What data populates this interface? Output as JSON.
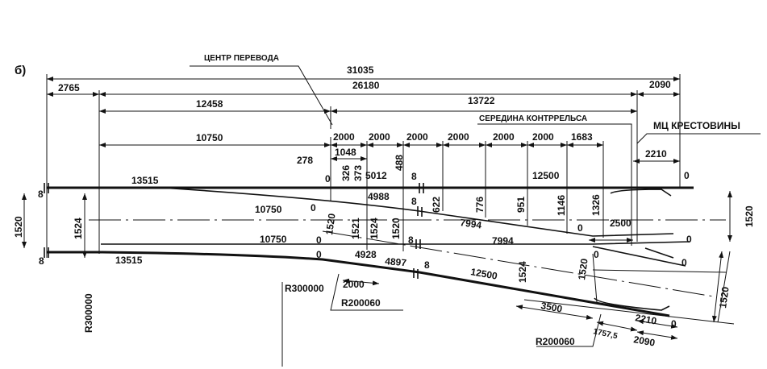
{
  "figure_label": "б)",
  "callouts": {
    "switch_center": "ЦЕНТР ПЕРЕВОДА",
    "guard_rail_middle": "СЕРЕДИНА КОНТРРЕЛЬСА",
    "frog_center": "МЦ КРЕСТОВИНЫ"
  },
  "dims": {
    "total": "31035",
    "front": "2765",
    "main": "26180",
    "rear": "2090",
    "to_center": "12458",
    "center_to_frog": "13722",
    "to_joint": "10750",
    "step": "2000",
    "last_step": "1683",
    "d1048": "1048",
    "d278": "278",
    "d326": "326",
    "d373": "373",
    "d5012": "5012",
    "d488": "488",
    "d4988": "4988",
    "d622": "622",
    "d776": "776",
    "d951": "951",
    "d1146": "1146",
    "d1326": "1326",
    "rail_13515": "13515",
    "rail_12500": "12500",
    "rail_10750": "10750",
    "rail_7994": "7994",
    "d2500": "2500",
    "d2210": "2210",
    "gauge_1520": "1520",
    "gauge_1521": "1521",
    "gauge_1524": "1524",
    "d4928": "4928",
    "d4897": "4897",
    "d3500": "3500",
    "d1757": "1757,5",
    "r300000": "R300000",
    "r200060": "R200060",
    "zero": "0",
    "joint": "8"
  }
}
